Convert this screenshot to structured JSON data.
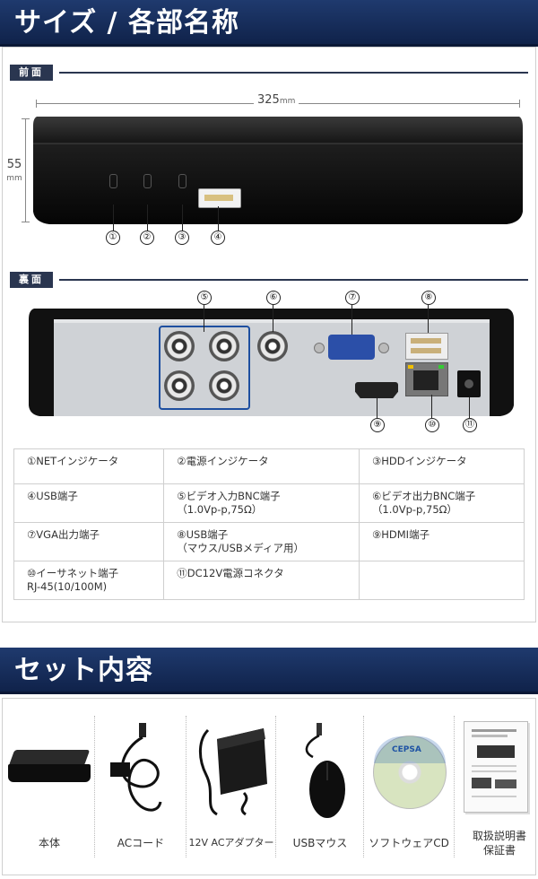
{
  "size_banner": {
    "title": "サイズ / 各部名称"
  },
  "front": {
    "tag": "前面",
    "width_value": "325",
    "width_unit": "mm",
    "height_value": "55",
    "height_unit": "mm",
    "callouts": [
      "①",
      "②",
      "③",
      "④"
    ]
  },
  "rear": {
    "tag": "裏面",
    "callouts": [
      "⑤",
      "⑥",
      "⑦",
      "⑧",
      "⑨",
      "⑩",
      "⑪"
    ]
  },
  "spec_table": {
    "rows": [
      [
        [
          "①NETインジケータ"
        ],
        [
          "②電源インジケータ"
        ],
        [
          "③HDDインジケータ"
        ]
      ],
      [
        [
          "④USB端子"
        ],
        [
          "⑤ビデオ入力BNC端子",
          "（1.0Vp-p,75Ω）"
        ],
        [
          "⑥ビデオ出力BNC端子",
          "（1.0Vp-p,75Ω）"
        ]
      ],
      [
        [
          "⑦VGA出力端子"
        ],
        [
          "⑧USB端子",
          "（マウス/USBメディア用）"
        ],
        [
          "⑨HDMI端子"
        ]
      ],
      [
        [
          "⑩イーサネット端子",
          "RJ-45(10/100M)"
        ],
        [
          "⑪DC12V電源コネクタ"
        ],
        [
          ""
        ]
      ]
    ]
  },
  "set_banner": {
    "title": "セット内容"
  },
  "set_items": [
    {
      "label": "本体",
      "icon": "dvr-unit-icon"
    },
    {
      "label": "ACコード",
      "icon": "ac-cord-icon"
    },
    {
      "label": "12V ACアダプター",
      "icon": "ac-adapter-icon"
    },
    {
      "label": "USBマウス",
      "icon": "usb-mouse-icon"
    },
    {
      "label": "ソフトウェアCD",
      "icon": "software-cd-icon",
      "disc_text": "CEPSA"
    },
    {
      "label": "取扱説明書\n保証書",
      "label_lines": [
        "取扱説明書",
        "保証書"
      ],
      "icon": "manual-icon"
    }
  ]
}
